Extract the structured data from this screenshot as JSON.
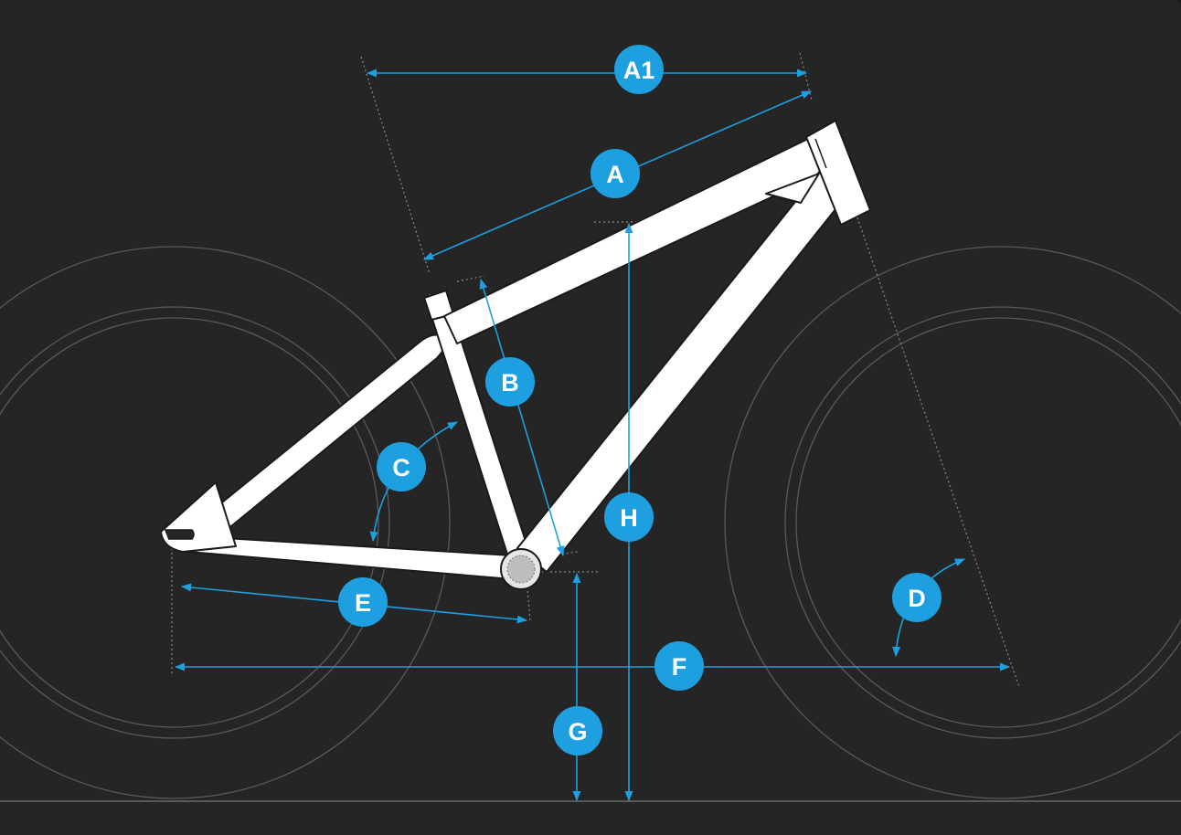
{
  "colors": {
    "background": "#252525",
    "frame": "#ffffff",
    "frame_outline": "#1a1a1a",
    "wheel_lines": "#5a5a5a",
    "guide_lines": "#8a8a8a",
    "accent": "#1ea0e0",
    "badge_text": "#ffffff"
  },
  "labels": {
    "a1": "A1",
    "a": "A",
    "b": "B",
    "c": "C",
    "d": "D",
    "e": "E",
    "f": "F",
    "g": "G",
    "h": "H"
  }
}
